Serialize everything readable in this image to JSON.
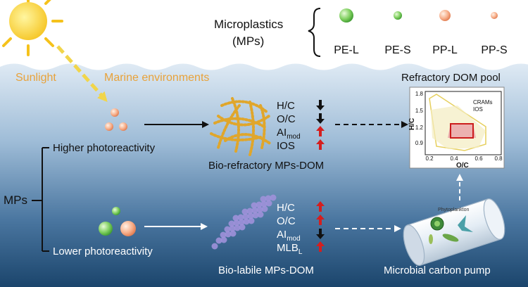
{
  "header": {
    "microplastics_line1": "Microplastics",
    "microplastics_line2": "(MPs)",
    "types": [
      {
        "label": "PE-L",
        "color": "#6dbf5a"
      },
      {
        "label": "PE-S",
        "color": "#6dbf5a"
      },
      {
        "label": "PP-L",
        "color": "#f29a70"
      },
      {
        "label": "PP-S",
        "color": "#f29a70"
      }
    ]
  },
  "scene": {
    "sunlight": "Sunlight",
    "marine": "Marine environments",
    "mps_root": "MPs",
    "higher": "Higher photoreactivity",
    "lower": "Lower photoreactivity"
  },
  "upper_indices": [
    {
      "name": "H/C",
      "sub": "",
      "trend": "down"
    },
    {
      "name": "O/C",
      "sub": "",
      "trend": "down"
    },
    {
      "name": "AI",
      "sub": "mod",
      "trend": "up"
    },
    {
      "name": "IOS",
      "sub": "",
      "trend": "up"
    }
  ],
  "lower_indices": [
    {
      "name": "H/C",
      "sub": "",
      "trend": "up"
    },
    {
      "name": "O/C",
      "sub": "",
      "trend": "up"
    },
    {
      "name": "AI",
      "sub": "mod",
      "trend": "down"
    },
    {
      "name": "MLB",
      "sub": "L",
      "trend": "up"
    }
  ],
  "labels": {
    "bio_refractory": "Bio-refractory MPs-DOM",
    "bio_labile": "Bio-labile MPs-DOM",
    "refractory_pool": "Refractory DOM pool",
    "microbial_pump": "Microbial carbon pump",
    "phytoplankton": "Phytoplankton"
  },
  "inset": {
    "ylabel": "H/C",
    "xlabel": "O/C",
    "x_ticks": [
      "0.2",
      "0.4",
      "0.6",
      "0.8"
    ],
    "y_ticks": [
      "1.8",
      "1.5",
      "1.2",
      "0.9"
    ],
    "legend": [
      "CRAMs",
      "IOS"
    ]
  },
  "colors": {
    "arrow_up": "#d51e1e",
    "arrow_down": "#111111",
    "sky": "#ffffff",
    "water_top": "#d6e6f3",
    "water_bottom": "#1e4a71"
  }
}
